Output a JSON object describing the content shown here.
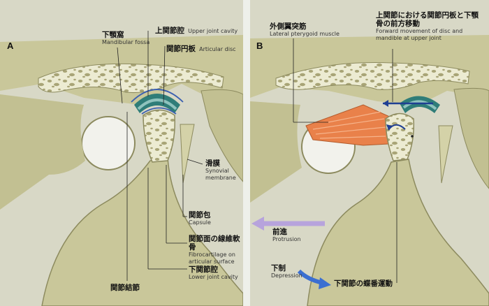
{
  "panels": {
    "a": {
      "letter": "A",
      "labels": {
        "mandibular_fossa": {
          "jp": "下顎窩",
          "en": "Mandibular fossa"
        },
        "upper_joint_cavity": {
          "jp": "上関節腔",
          "en": "Upper joint cavity"
        },
        "articular_disc": {
          "jp": "関節円板",
          "en": "Articular disc"
        },
        "synovial_membrane": {
          "jp": "滑膜",
          "en": "Synovial membrane"
        },
        "capsule": {
          "jp": "関節包",
          "en": "Capsule"
        },
        "fibrocartilage": {
          "jp": "関節面の線維軟骨",
          "en": "Fibrocartilage on articular surface"
        },
        "lower_joint_cavity": {
          "jp": "下関節腔",
          "en": "Lower joint cavity"
        },
        "articular_tubercle": {
          "jp": "関節結節"
        }
      }
    },
    "b": {
      "letter": "B",
      "labels": {
        "lateral_pterygoid": {
          "jp": "外側翼突筋",
          "en": "Lateral pterygoid muscle"
        },
        "forward_movement": {
          "jp": "上関節における関節円板と下顎骨の前方移動",
          "en": "Forward movement of disc and mandible at upper joint"
        },
        "protrusion": {
          "jp": "前進",
          "en": "Protrusion"
        },
        "depression": {
          "jp": "下制",
          "en": "Depression"
        },
        "hinge_movement": {
          "jp": "下関節の蝶番運動"
        }
      }
    }
  },
  "colors": {
    "bone": "#c9c79a",
    "bone_light": "#ecebd2",
    "disc": "#2f7d78",
    "disc_light": "#8fc3bd",
    "cavity": "#3a5fb0",
    "muscle": "#e9814a",
    "protrusion_arrow": "#b7a3dc",
    "depression_arrow": "#3b6fd1"
  }
}
